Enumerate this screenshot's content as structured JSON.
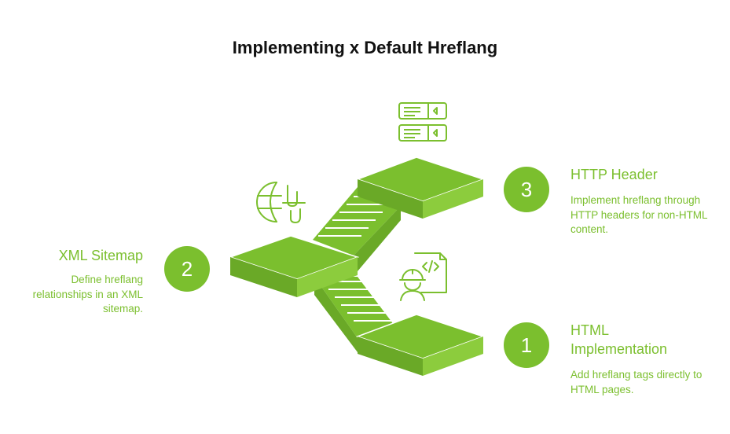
{
  "title": "Implementing x Default Hreflang",
  "colors": {
    "accent": "#7bbf2e",
    "accent_dark": "#6aa927",
    "accent_side": "#8ccc3d",
    "title": "#111111"
  },
  "steps": [
    {
      "number": "1",
      "heading": "HTML Implementation",
      "description": "Add hreflang tags directly to HTML pages.",
      "icon": "worker-code-icon"
    },
    {
      "number": "2",
      "heading": "XML Sitemap",
      "description": "Define hreflang relationships in an XML sitemap.",
      "icon": "globe-sitemap-icon"
    },
    {
      "number": "3",
      "heading": "HTTP Header",
      "description": "Implement hreflang through HTTP headers for non-HTML content.",
      "icon": "server-icon"
    }
  ]
}
